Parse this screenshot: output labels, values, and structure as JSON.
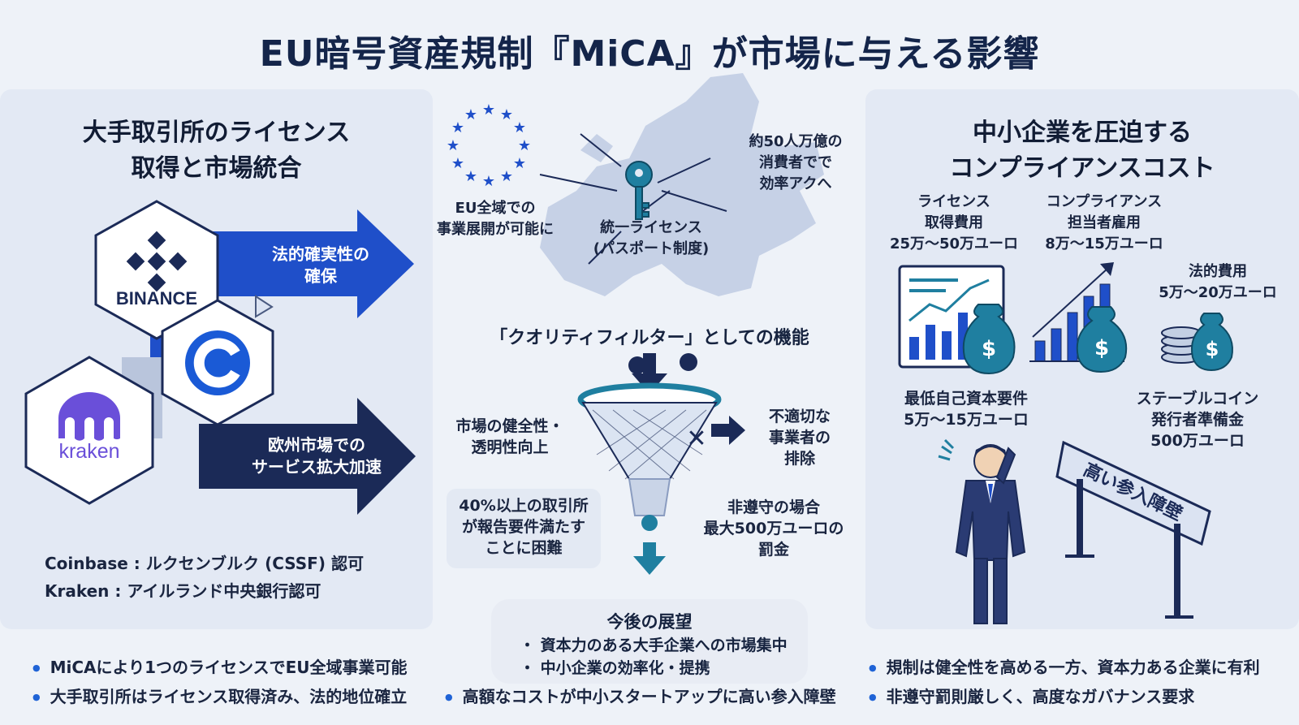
{
  "title": "EU暗号資産規制『MiCA』が市場に与える影響",
  "left": {
    "title_line1": "大手取引所のライセンス",
    "title_line2": "取得と市場統合",
    "logos": {
      "binance": "BINANCE",
      "kraken": "kraken"
    },
    "arrow1_line1": "法的確実性の",
    "arrow1_line2": "確保",
    "arrow2_line1": "欧州市場での",
    "arrow2_line2": "サービス拡大加速",
    "note1": "Coinbase : ルクセンブルク (CSSF) 認可",
    "note2": "Kraken : アイルランド中央銀行認可"
  },
  "center": {
    "eu_label_line1": "EU全域での",
    "eu_label_line2": "事業展開が可能に",
    "license_line1": "統一ライセンス",
    "license_line2": "(パスポート制度)",
    "consumers_line1": "約50人万億の",
    "consumers_line2": "消費者でで",
    "consumers_line3": "効率アクへ",
    "filter_title": "「クオリティフィルター」としての機能",
    "health_line1": "市場の健全性・",
    "health_line2": "透明性向上",
    "exclude_line1": "不適切な",
    "exclude_line2": "事業者の",
    "exclude_line3": "排除",
    "report_line1": "40%以上の取引所",
    "report_line2": "が報告要件満たす",
    "report_line3": "ことに困難",
    "penalty_line1": "非遵守の場合",
    "penalty_line2": "最大500万ユーロの",
    "penalty_line3": "罰金",
    "outlook_title": "今後の展望",
    "outlook_item1": "・ 資本力のある大手企業への市場集中",
    "outlook_item2": "・ 中小企業の効率化・提携"
  },
  "right": {
    "title_line1": "中小企業を圧迫する",
    "title_line2": "コンプライアンスコスト",
    "cost1_line1": "ライセンス",
    "cost1_line2": "取得費用",
    "cost1_line3": "25万〜50万ユーロ",
    "cost2_line1": "コンプライアンス",
    "cost2_line2": "担当者雇用",
    "cost2_line3": "8万〜15万ユーロ",
    "cost3_line1": "法的費用",
    "cost3_line2": "5万〜20万ユーロ",
    "capital_line1": "最低自己資本要件",
    "capital_line2": "5万〜15万ユーロ",
    "stable_line1": "ステーブルコイン",
    "stable_line2": "発行者準備金",
    "stable_line3": "500万ユーロ",
    "barrier_label": "高い参入障壁"
  },
  "bullets": {
    "left1": "MiCAにより1つのライセンスでEU全域事業可能",
    "left2": "大手取引所はライセンス取得済み、法的地位確立",
    "center1": "高額なコストが中小スタートアップに高い参入障壁",
    "right1": "規制は健全性を高める一方、資本力ある企業に有利",
    "right2": "非遵守罰則厳しく、高度なガバナンス要求"
  },
  "colors": {
    "navy": "#14254a",
    "blue": "#1f4fc9",
    "dark_navy": "#1b2a57",
    "teal": "#1f7fa0",
    "purple": "#6a4fd9",
    "coinbase": "#1a5ad6"
  }
}
